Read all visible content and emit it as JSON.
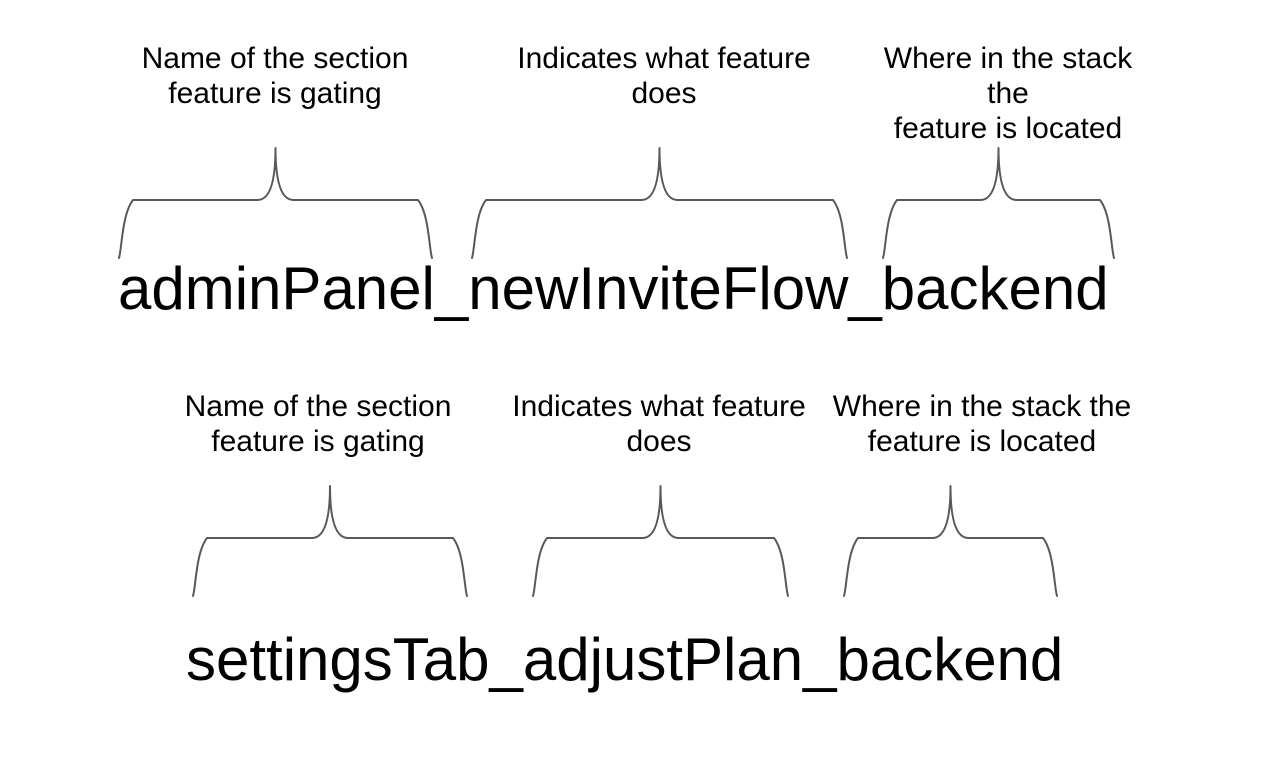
{
  "diagram": {
    "colors": {
      "background": "#ffffff",
      "text": "#000000",
      "brace": "#595959"
    },
    "examples": [
      {
        "flag": "adminPanel_newInviteFlow_backend",
        "parts": [
          {
            "label": "Name of the section\nfeature is gating",
            "segment": "adminPanel"
          },
          {
            "label": "Indicates what feature\ndoes",
            "segment": "newInviteFlow"
          },
          {
            "label": "Where in the stack the\nfeature is located",
            "segment": "backend"
          }
        ]
      },
      {
        "flag": "settingsTab_adjustPlan_backend",
        "parts": [
          {
            "label": "Name of the section\nfeature is gating",
            "segment": "settingsTab"
          },
          {
            "label": "Indicates what feature\ndoes",
            "segment": "adjustPlan"
          },
          {
            "label": "Where in the stack the\nfeature is located",
            "segment": "backend"
          }
        ]
      }
    ]
  }
}
